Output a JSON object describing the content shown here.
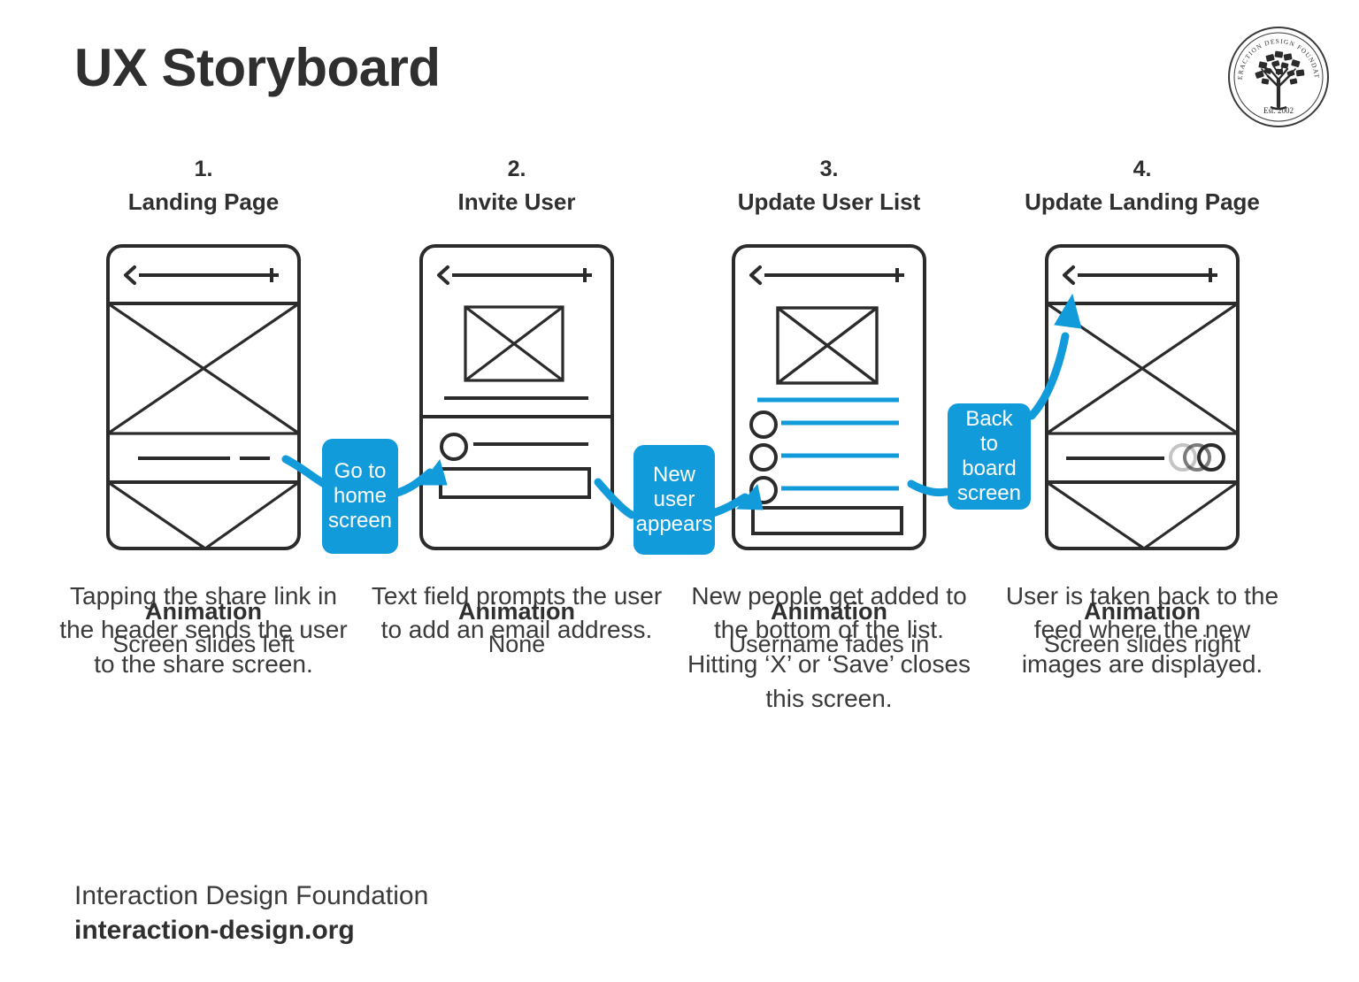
{
  "title": "UX Storyboard",
  "logo": {
    "arc_text": "INTERACTION DESIGN FOUNDATION",
    "established": "Est. 2002"
  },
  "accent_color": "#129BDB",
  "ink_color": "#2f2f2f",
  "steps": [
    {
      "number": "1.",
      "title": "Landing Page",
      "caption": "Tapping the share link in the header sends the user to the share screen.",
      "animation_heading": "Animation",
      "animation_value": "Screen slides left"
    },
    {
      "number": "2.",
      "title": "Invite User",
      "caption": "Text field prompts the user to add an email address.",
      "animation_heading": "Animation",
      "animation_value": "None"
    },
    {
      "number": "3.",
      "title": "Update User List",
      "caption": "New people get added to the bottom of the list. Hitting ‘X’ or ‘Save’ closes this screen.",
      "animation_heading": "Animation",
      "animation_value": "Username fades in"
    },
    {
      "number": "4.",
      "title": "Update Landing Page",
      "caption": "User is taken back to the feed where the new images are displayed.",
      "animation_heading": "Animation",
      "animation_value": "Screen slides right"
    }
  ],
  "connectors": [
    {
      "label": "Go to\nhome\nscreen",
      "from_step": 1,
      "to_step": 2
    },
    {
      "label": "New\nuser\nappears",
      "from_step": 2,
      "to_step": 3
    },
    {
      "label": "Back to\nboard\nscreen",
      "from_step": 3,
      "to_step": 4
    }
  ],
  "footer": {
    "organization": "Interaction Design Foundation",
    "website": "interaction-design.org"
  }
}
